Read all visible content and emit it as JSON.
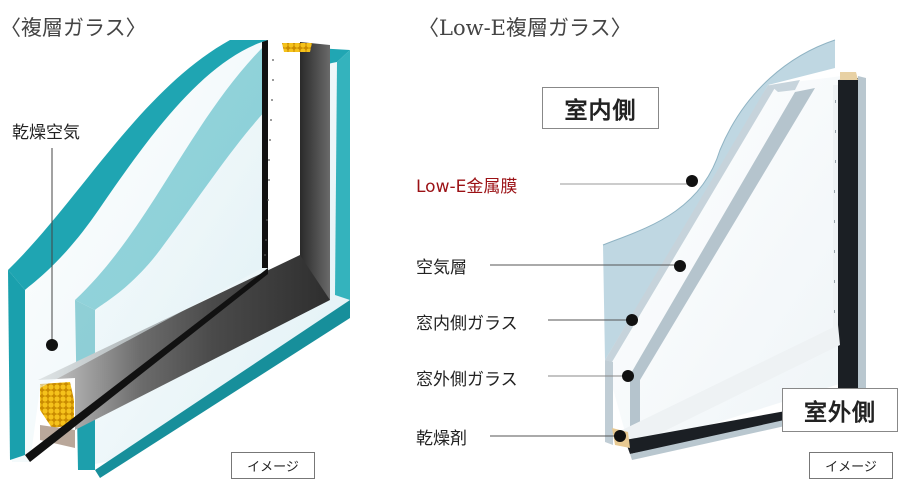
{
  "left_panel": {
    "title": "〈複層ガラス〉",
    "callouts": [
      {
        "label": "乾燥空気"
      }
    ],
    "image_note": "イメージ",
    "colors": {
      "glass_edge": "#1aa3b0",
      "spacer": "#4a4a4a",
      "desiccant": "#f2b705",
      "frame_base": "#b9a79a"
    }
  },
  "right_panel": {
    "title": "〈Low-E複層ガラス〉",
    "indoor_label": "室内側",
    "outdoor_label": "室外側",
    "callouts": [
      {
        "label": "Low-E金属膜",
        "color": "#9b1115"
      },
      {
        "label": "空気層"
      },
      {
        "label": "窓内側ガラス"
      },
      {
        "label": "窓外側ガラス"
      },
      {
        "label": "乾燥剤"
      }
    ],
    "image_note": "イメージ",
    "colors": {
      "lowe_film": "#b8d3df",
      "glass_edge": "#a9b9c4",
      "spacer": "#1b1f24"
    }
  }
}
